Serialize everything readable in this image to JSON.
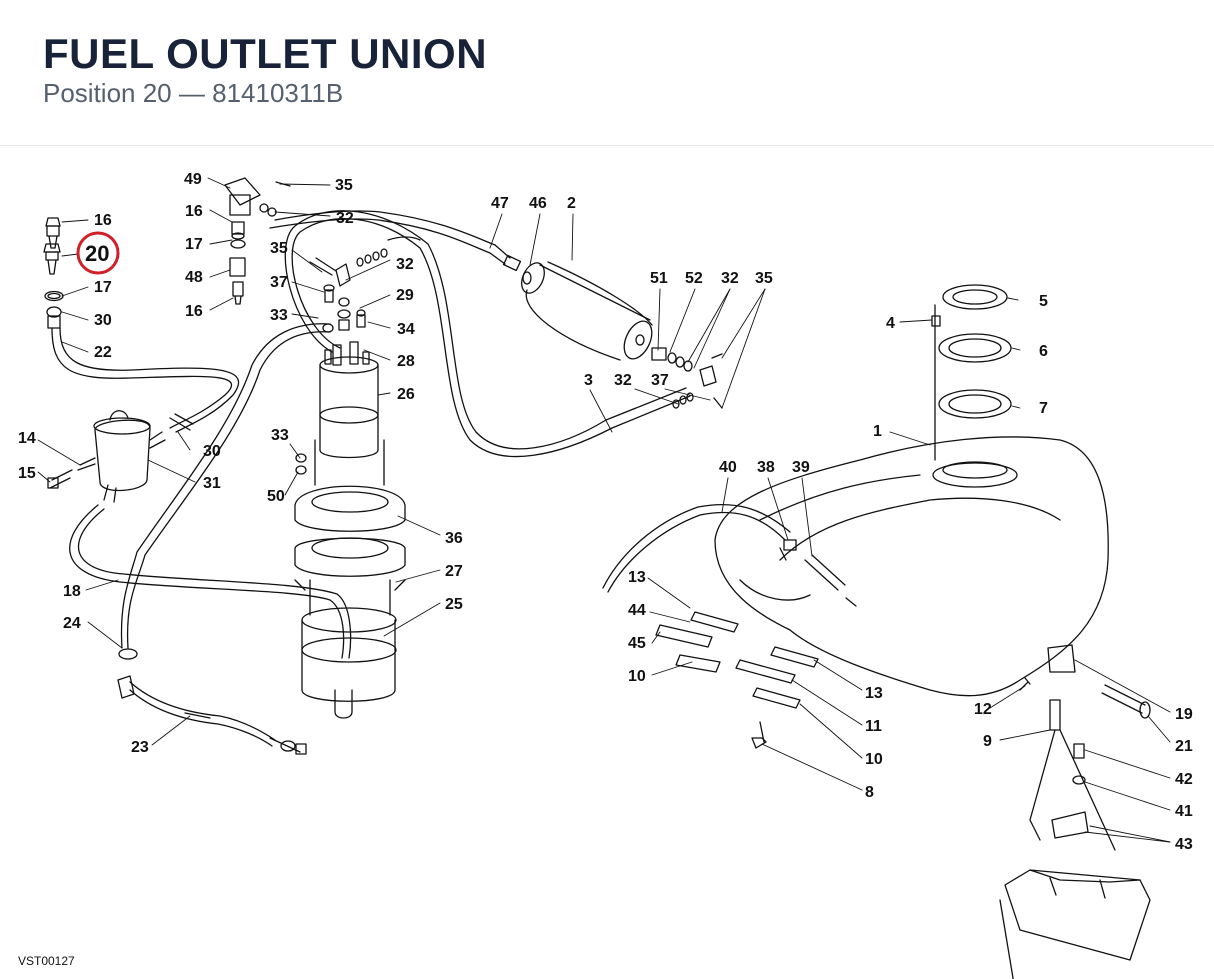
{
  "header": {
    "title": "FUEL OUTLET UNION",
    "subtitle_prefix": "Position 20",
    "subtitle_sep": " — ",
    "part_number": "81410311B"
  },
  "diagram": {
    "highlight_callout": "20",
    "highlight_color": "#d0202a",
    "line_color": "#111111",
    "callouts": [
      "16",
      "20",
      "17",
      "30",
      "22",
      "49",
      "35",
      "16",
      "32",
      "17",
      "35",
      "32",
      "48",
      "37",
      "29",
      "16",
      "33",
      "34",
      "28",
      "26",
      "47",
      "46",
      "2",
      "51",
      "52",
      "32",
      "35",
      "3",
      "32",
      "37",
      "5",
      "4",
      "6",
      "7",
      "1",
      "14",
      "15",
      "30",
      "31",
      "33",
      "50",
      "36",
      "27",
      "25",
      "18",
      "24",
      "23",
      "40",
      "38",
      "39",
      "13",
      "44",
      "45",
      "10",
      "13",
      "11",
      "10",
      "8",
      "12",
      "19",
      "21",
      "9",
      "42",
      "41",
      "43"
    ]
  },
  "footer": {
    "ref_code": "VST00127"
  }
}
